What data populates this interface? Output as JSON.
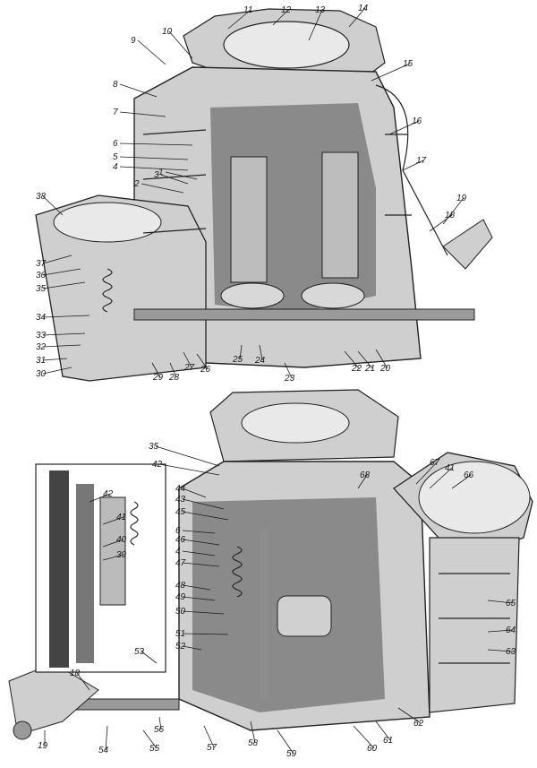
{
  "top_labels": [
    "1",
    "2",
    "3",
    "4",
    "5",
    "6",
    "7",
    "8",
    "9",
    "10",
    "11",
    "12",
    "13",
    "14",
    "15",
    "16",
    "17",
    "18",
    "19",
    "20",
    "21",
    "22",
    "23",
    "24",
    "25",
    "26",
    "27",
    "28",
    "29",
    "30",
    "31",
    "32",
    "33",
    "34",
    "35",
    "36",
    "37",
    "38"
  ],
  "bottom_labels": [
    "35",
    "42",
    "44",
    "43",
    "45",
    "6",
    "46",
    "4",
    "47",
    "48",
    "49",
    "50",
    "51",
    "52",
    "53",
    "18",
    "19",
    "54",
    "55",
    "56",
    "57",
    "58",
    "59",
    "60",
    "61",
    "62",
    "63",
    "64",
    "65",
    "66",
    "41",
    "67",
    "68"
  ],
  "inset_labels": [
    "42",
    "41",
    "40",
    "39"
  ]
}
